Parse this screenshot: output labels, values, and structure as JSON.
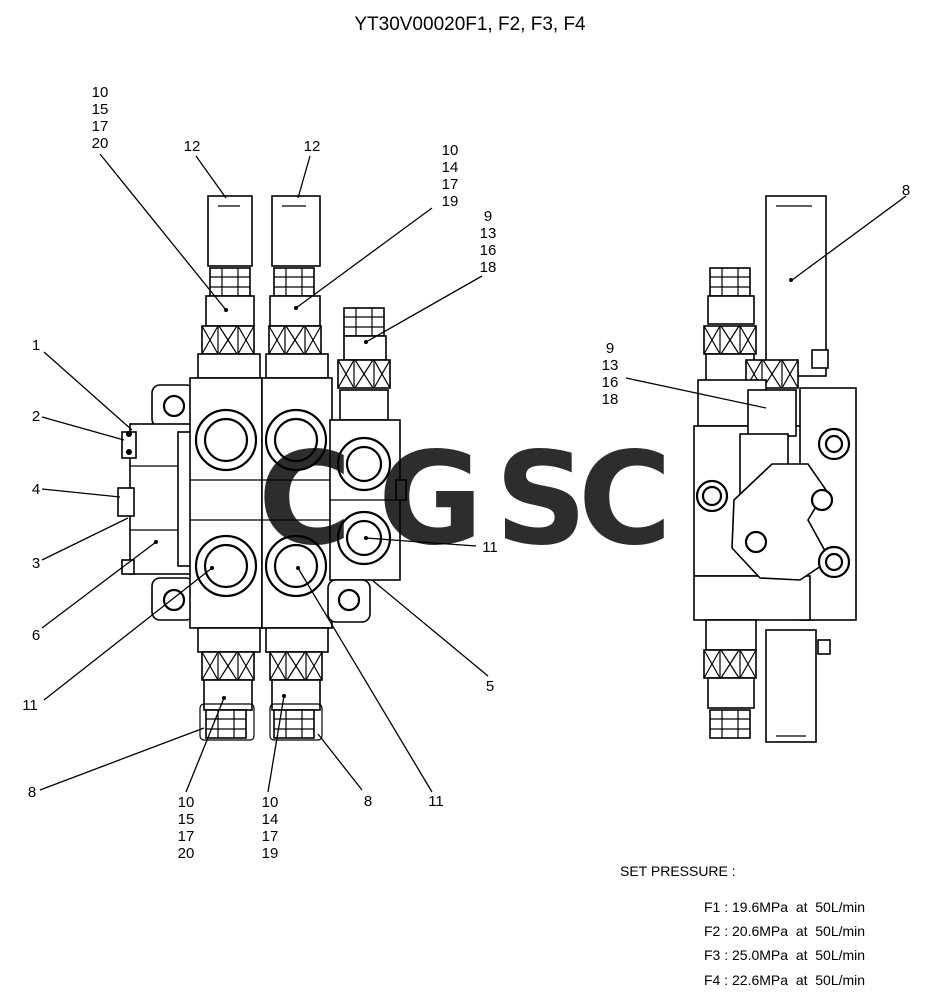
{
  "title": "YT30V00020F1, F2, F3, F4",
  "labels": {
    "l1": "1",
    "l2": "2",
    "l3": "3",
    "l4": "4",
    "l5": "5",
    "l6": "6",
    "l8_bl": "8",
    "l8_bm": "8",
    "l8_right": "8",
    "l11_left": "11",
    "l11_mid": "11",
    "l11_bottom": "11",
    "l12_a": "12",
    "l12_b": "12",
    "stack_top_left": [
      "10",
      "15",
      "17",
      "20"
    ],
    "stack_top_mid": [
      "10",
      "14",
      "17",
      "19"
    ],
    "stack_top_right": [
      "9",
      "13",
      "16",
      "18"
    ],
    "stack_side": [
      "9",
      "13",
      "16",
      "18"
    ],
    "stack_bottom_left": [
      "10",
      "15",
      "17",
      "20"
    ],
    "stack_bottom_mid": [
      "10",
      "14",
      "17",
      "19"
    ]
  },
  "watermark": {
    "letters": [
      "C",
      "G",
      "S",
      "C"
    ],
    "colors": [
      "#4a8ef5",
      "#ef6b61",
      "#fbd65a",
      "#46b08a"
    ]
  },
  "set_pressure": {
    "heading": "SET PRESSURE :",
    "rows": [
      "F1 : 19.6MPa  at  50L/min",
      "F2 : 20.6MPa  at  50L/min",
      "F3 : 25.0MPa  at  50L/min",
      "F4 : 22.6MPa  at  50L/min"
    ]
  }
}
